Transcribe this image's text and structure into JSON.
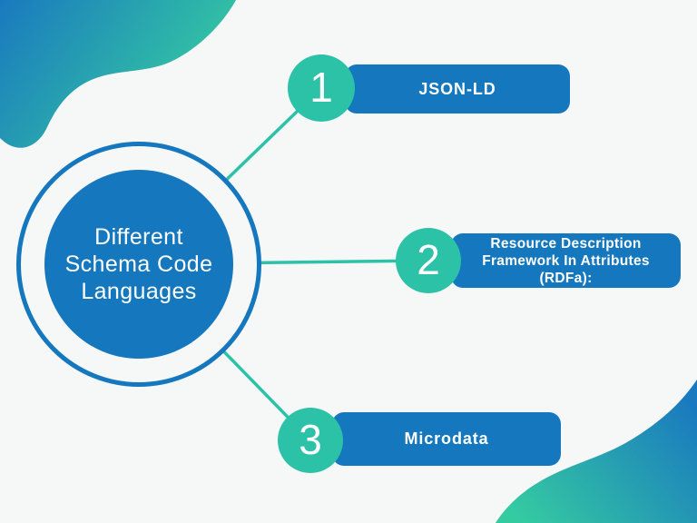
{
  "center": {
    "title": "Different Schema Code Languages"
  },
  "items": [
    {
      "number": "1",
      "lines": [
        "JSON-LD"
      ]
    },
    {
      "number": "2",
      "lines": [
        "Resource Description",
        "Framework In Attributes",
        "(RDFa):"
      ]
    },
    {
      "number": "3",
      "lines": [
        "Microdata"
      ]
    }
  ],
  "colors": {
    "background": "#f6f7f7",
    "primary_blue": "#1577be",
    "accent_teal": "#2cc2a8",
    "gradient_blue": "#1a79bf",
    "gradient_green": "#35cba1",
    "text_on_fill": "#ffffff"
  }
}
